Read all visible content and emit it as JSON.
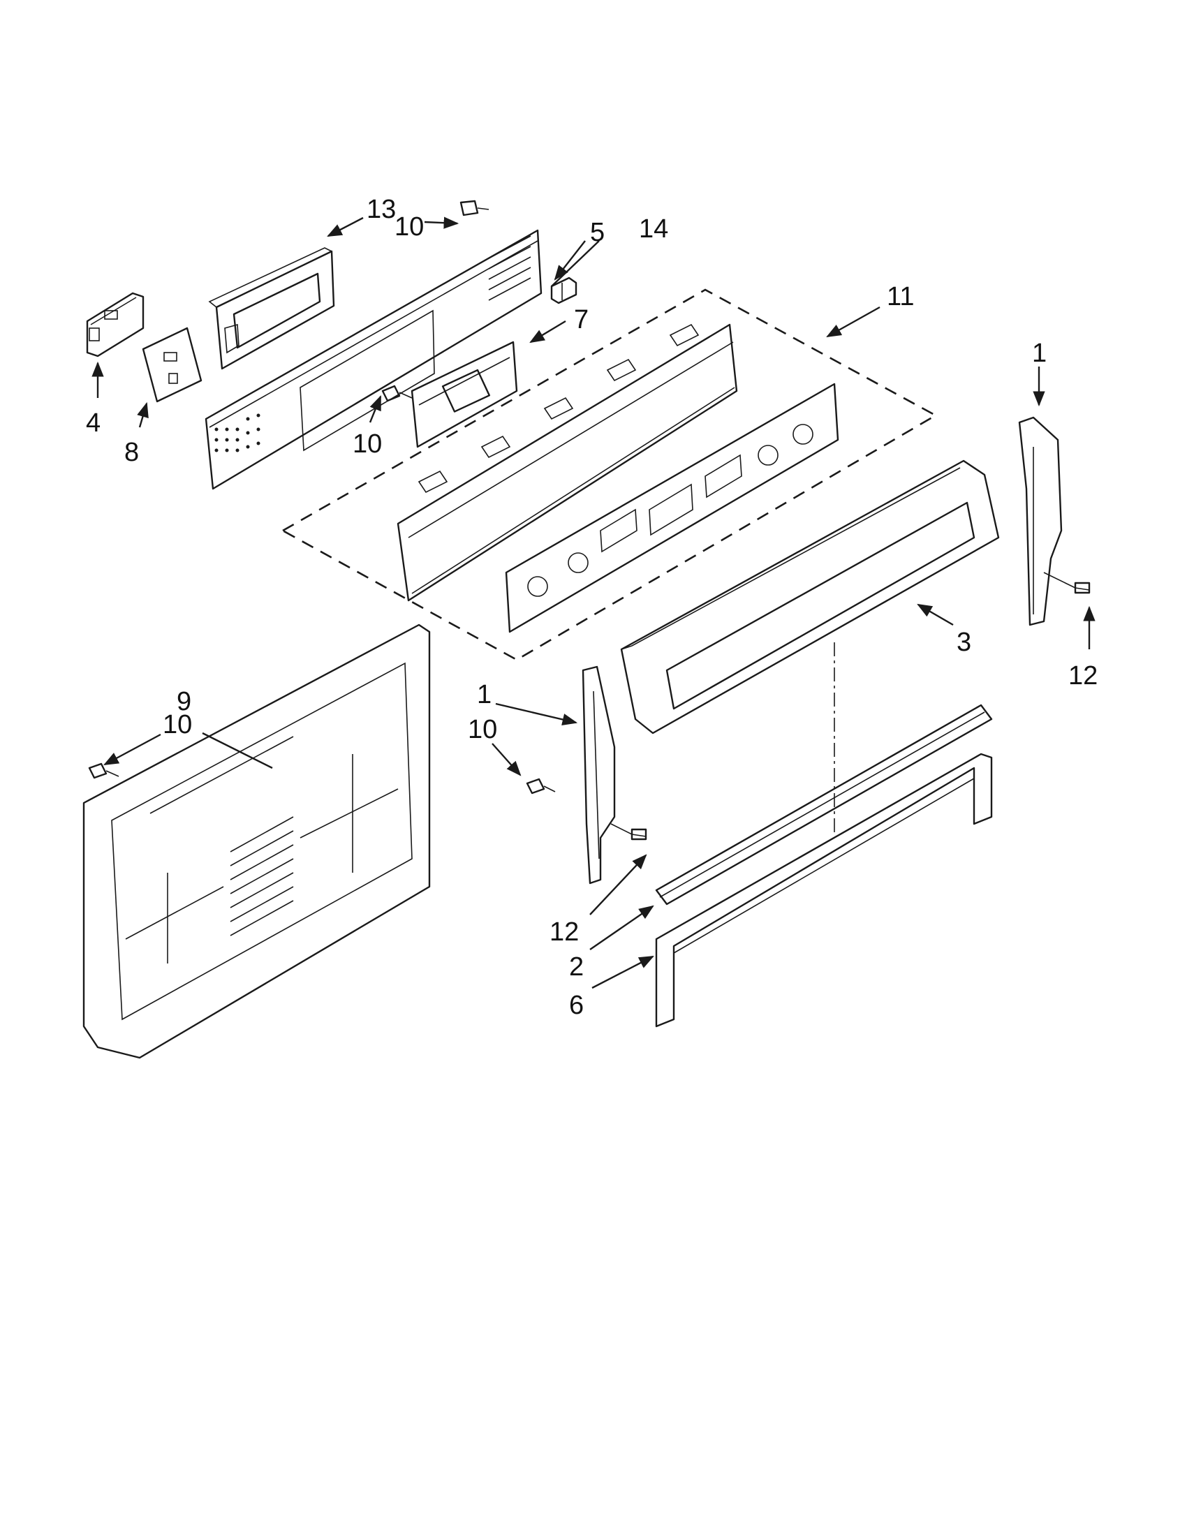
{
  "diagram": {
    "callouts": [
      {
        "id": "c13",
        "text": "13"
      },
      {
        "id": "c10a",
        "text": "10"
      },
      {
        "id": "c5",
        "text": "5"
      },
      {
        "id": "c14",
        "text": "14"
      },
      {
        "id": "c11",
        "text": "11"
      },
      {
        "id": "c7",
        "text": "7"
      },
      {
        "id": "c1r",
        "text": "1"
      },
      {
        "id": "c4",
        "text": "4"
      },
      {
        "id": "c8",
        "text": "8"
      },
      {
        "id": "c10b",
        "text": "10"
      },
      {
        "id": "c3",
        "text": "3"
      },
      {
        "id": "c12r",
        "text": "12"
      },
      {
        "id": "c9",
        "text": "9"
      },
      {
        "id": "c10c",
        "text": "10"
      },
      {
        "id": "c1m",
        "text": "1"
      },
      {
        "id": "c10d",
        "text": "10"
      },
      {
        "id": "c12m",
        "text": "12"
      },
      {
        "id": "c2",
        "text": "2"
      },
      {
        "id": "c6",
        "text": "6"
      }
    ]
  }
}
